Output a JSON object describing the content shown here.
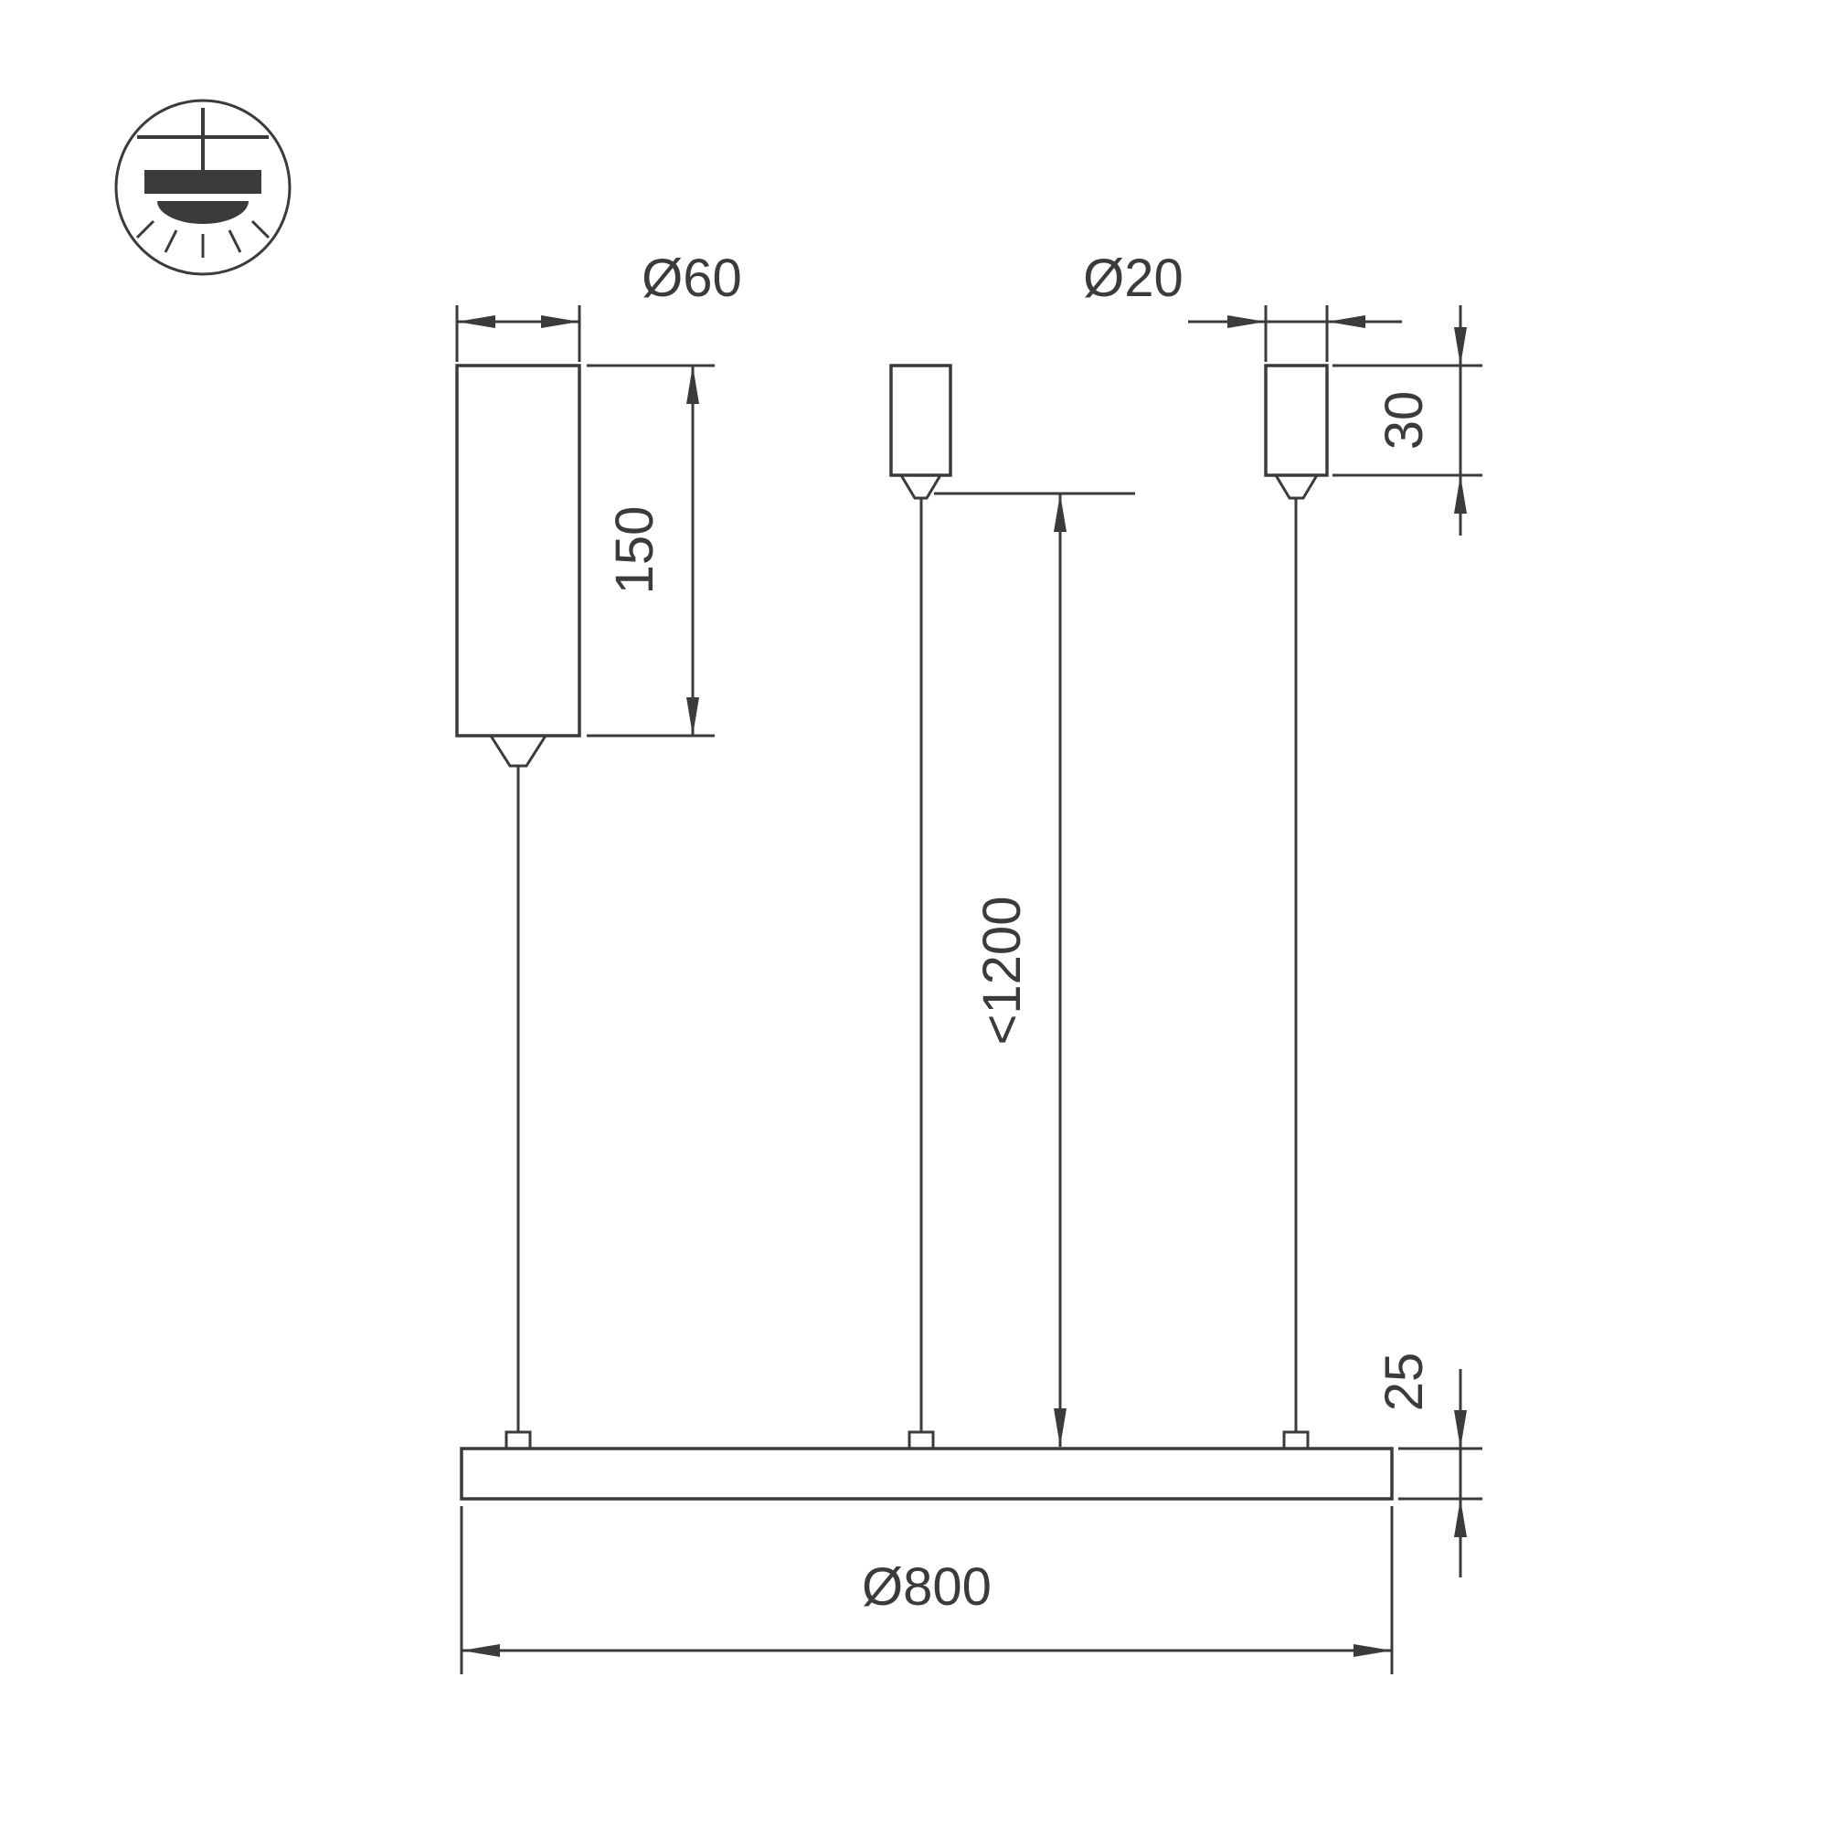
{
  "drawing": {
    "type": "technical-dimension-drawing",
    "subject": "suspended pendant ring luminaire - side elevation"
  },
  "colors": {
    "line": "#3b3b3b",
    "background": "#ffffff"
  },
  "icons": {
    "mount_type": "pendant-ceiling-mount-icon"
  },
  "dimensions": {
    "driver_diameter": "Ø60",
    "driver_height": "150",
    "canopy_diameter": "Ø20",
    "canopy_height": "30",
    "suspension_length": "<1200",
    "ring_thickness": "25",
    "ring_diameter": "Ø800"
  }
}
